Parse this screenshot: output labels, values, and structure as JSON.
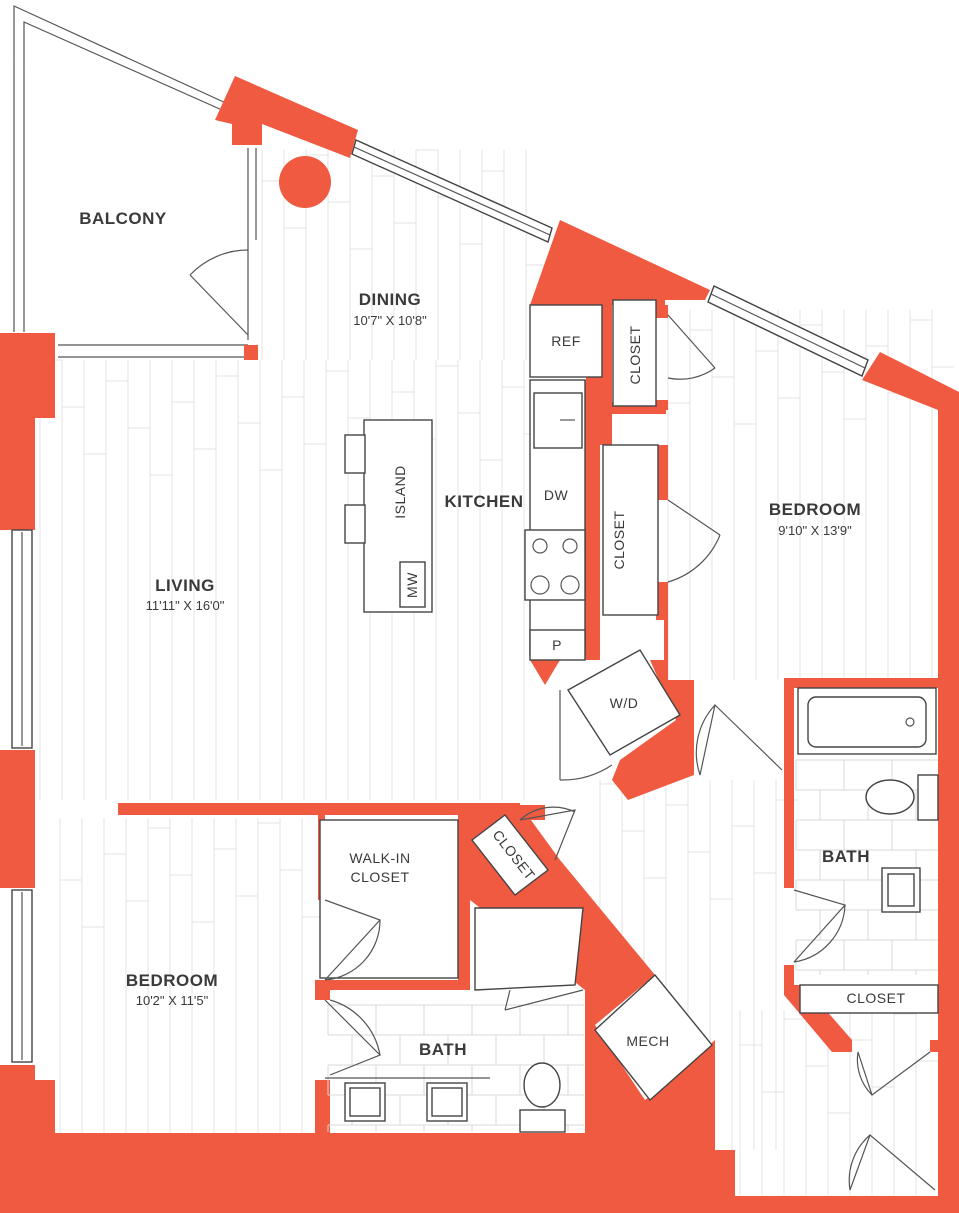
{
  "colors": {
    "wall": "#ef5a41",
    "floor_line": "#e3e3e3",
    "outline": "#555555"
  },
  "rooms": {
    "balcony": {
      "name": "BALCONY"
    },
    "dining": {
      "name": "DINING",
      "dims": "10'7\" X 10'8\""
    },
    "living": {
      "name": "LIVING",
      "dims": "11'11\" X 16'0\""
    },
    "kitchen": {
      "name": "KITCHEN"
    },
    "bedroom_main": {
      "name": "BEDROOM",
      "dims": "9'10\" X 13'9\""
    },
    "bedroom_second": {
      "name": "BEDROOM",
      "dims": "10'2\" X 11'5\""
    },
    "bath_right": {
      "name": "BATH"
    },
    "bath_bottom": {
      "name": "BATH"
    }
  },
  "fixtures": {
    "ref": "REF",
    "dw": "DW",
    "mw": "MW",
    "pantry": "P",
    "wd": "W/D",
    "island": "ISLAND",
    "closet_top": "CLOSET",
    "closet_mid": "CLOSET",
    "closet_hall": "CLOSET",
    "closet_right": "CLOSET",
    "walkin": [
      "WALK-IN",
      "CLOSET"
    ],
    "mech": "MECH"
  }
}
